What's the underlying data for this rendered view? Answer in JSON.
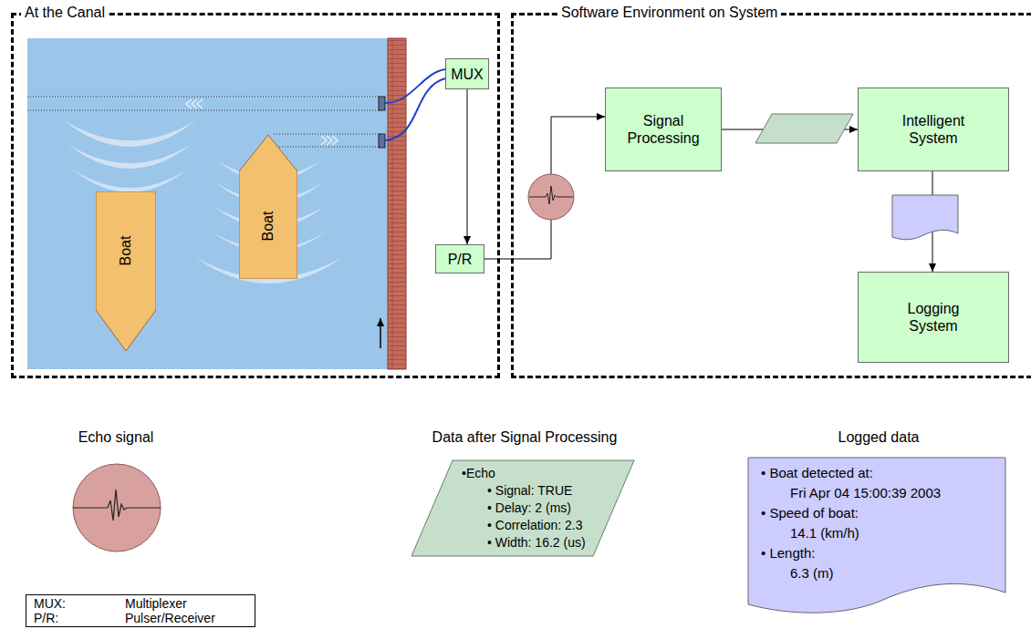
{
  "diagram": {
    "nodes": [
      {
        "text": [
          "At the Canal"
        ]
      },
      {
        "text": [
          "Software Environment on System"
        ]
      },
      {
        "text": [
          "MUX"
        ],
        "in": 0
      },
      {
        "text": [
          "P/R"
        ],
        "in": 0
      },
      {
        "text": [
          "Boat"
        ],
        "in": 0
      },
      {
        "text": [
          "Boat"
        ],
        "in": 0
      },
      {
        "text": [
          "Signal Processing"
        ],
        "in": 1
      },
      {
        "text": [
          "Intelligent System"
        ],
        "in": 1
      },
      {
        "text": [
          "Logging System"
        ],
        "in": 1
      },
      {
        "text": [
          "Data after Signal Processing",
          "•Echo",
          "• Signal: TRUE",
          "• Delay: 2 (ms)",
          "• Correlation: 2.3",
          "• Width: 16.2 (us)"
        ]
      },
      {
        "text": [
          "Logged data",
          "• Boat detected at:",
          "Fri Apr 04 15:00:39 2003",
          "• Speed of boat:",
          "14.1 (km/h)",
          "• Length:",
          "6.3 (m)"
        ]
      },
      {
        "text": [
          "MUX:",
          "Multiplexer",
          "P/R:",
          "Pulser/Receiver"
        ]
      }
    ],
    "edges": [
      {
        "from": 2,
        "to": 3,
        "arrow": "to"
      },
      {
        "from": 3,
        "to": 6,
        "arrow": "to"
      },
      {
        "from": 6,
        "to": 7,
        "arrow": "to"
      },
      {
        "from": 7,
        "to": 8,
        "arrow": "to"
      }
    ],
    "labels": [
      "Echo signal"
    ]
  }
}
